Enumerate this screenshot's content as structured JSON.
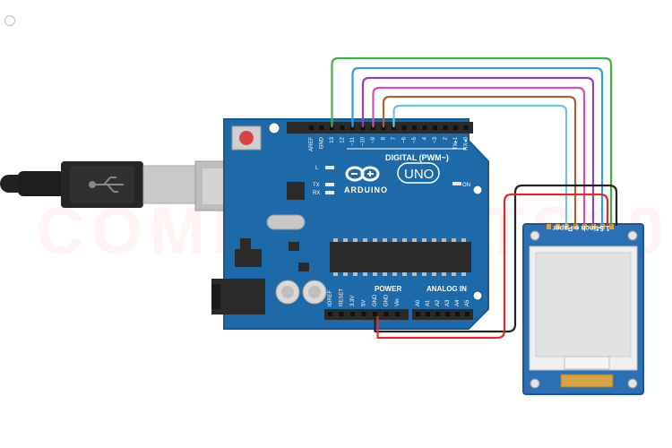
{
  "watermark": "COMPONENTS101",
  "colors": {
    "board": "#1e6aa8",
    "board_edge": "#185a8f",
    "header": "#2a2a2a",
    "silk": "#ffffff",
    "wire_green": "#3fae49",
    "wire_blue": "#2f9fd6",
    "wire_purple": "#8e44ad",
    "wire_magenta": "#d64fb0",
    "wire_brown": "#9b6a3b",
    "wire_lightblue": "#6fc3dd",
    "wire_black": "#222222",
    "wire_red": "#d62f2f"
  },
  "arduino": {
    "brand": "ARDUINO",
    "model": "UNO",
    "digital_label": "DIGITAL (PWM~)",
    "digital_pins": [
      "AREF",
      "GND",
      "13",
      "12",
      "~11",
      "~10",
      "~9",
      "8",
      "7",
      "~6",
      "~5",
      "4",
      "~3",
      "2",
      "TX▸1",
      "RX◂0"
    ],
    "power_label": "POWER",
    "power_pins": [
      "IOREF",
      "RESET",
      "3.3V",
      "5V",
      "GND",
      "GND",
      "Vin"
    ],
    "analog_label": "ANALOG IN",
    "analog_pins": [
      "A0",
      "A1",
      "A2",
      "A3",
      "A4",
      "A5"
    ],
    "led_l": "L",
    "led_tx": "TX",
    "led_rx": "RX",
    "on_label": "ON"
  },
  "epaper": {
    "label": "1.54inch e-Paper"
  }
}
